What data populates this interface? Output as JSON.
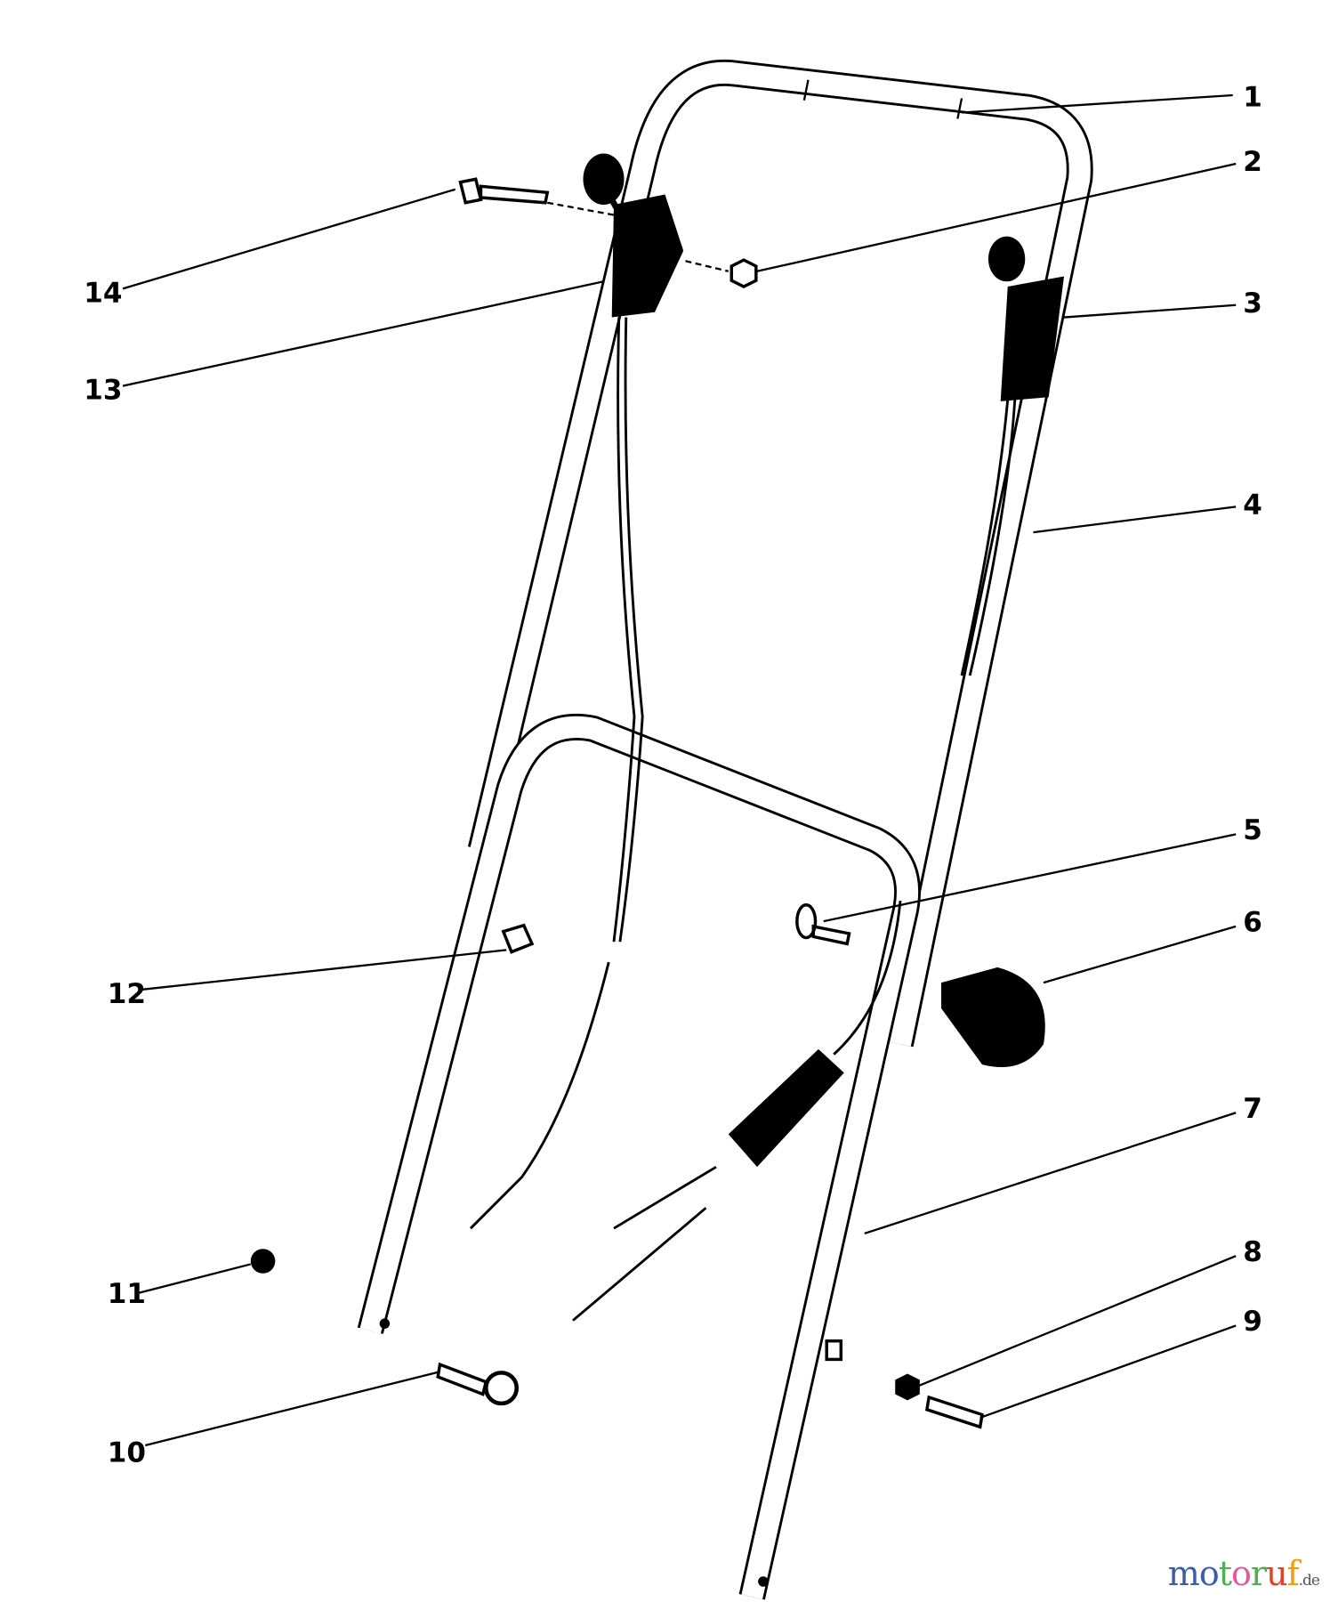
{
  "diagram": {
    "callouts": [
      "1",
      "2",
      "3",
      "4",
      "5",
      "6",
      "7",
      "8",
      "9",
      "10",
      "11",
      "12",
      "13",
      "14"
    ]
  },
  "watermark": {
    "text": "motoruf",
    "suffix": ".de",
    "letter_colors": [
      "#3b5bab",
      "#3b5bab",
      "#4caf50",
      "#e05a9a",
      "#4caf50",
      "#e2412b",
      "#f39c12",
      "#f1c40f"
    ]
  }
}
